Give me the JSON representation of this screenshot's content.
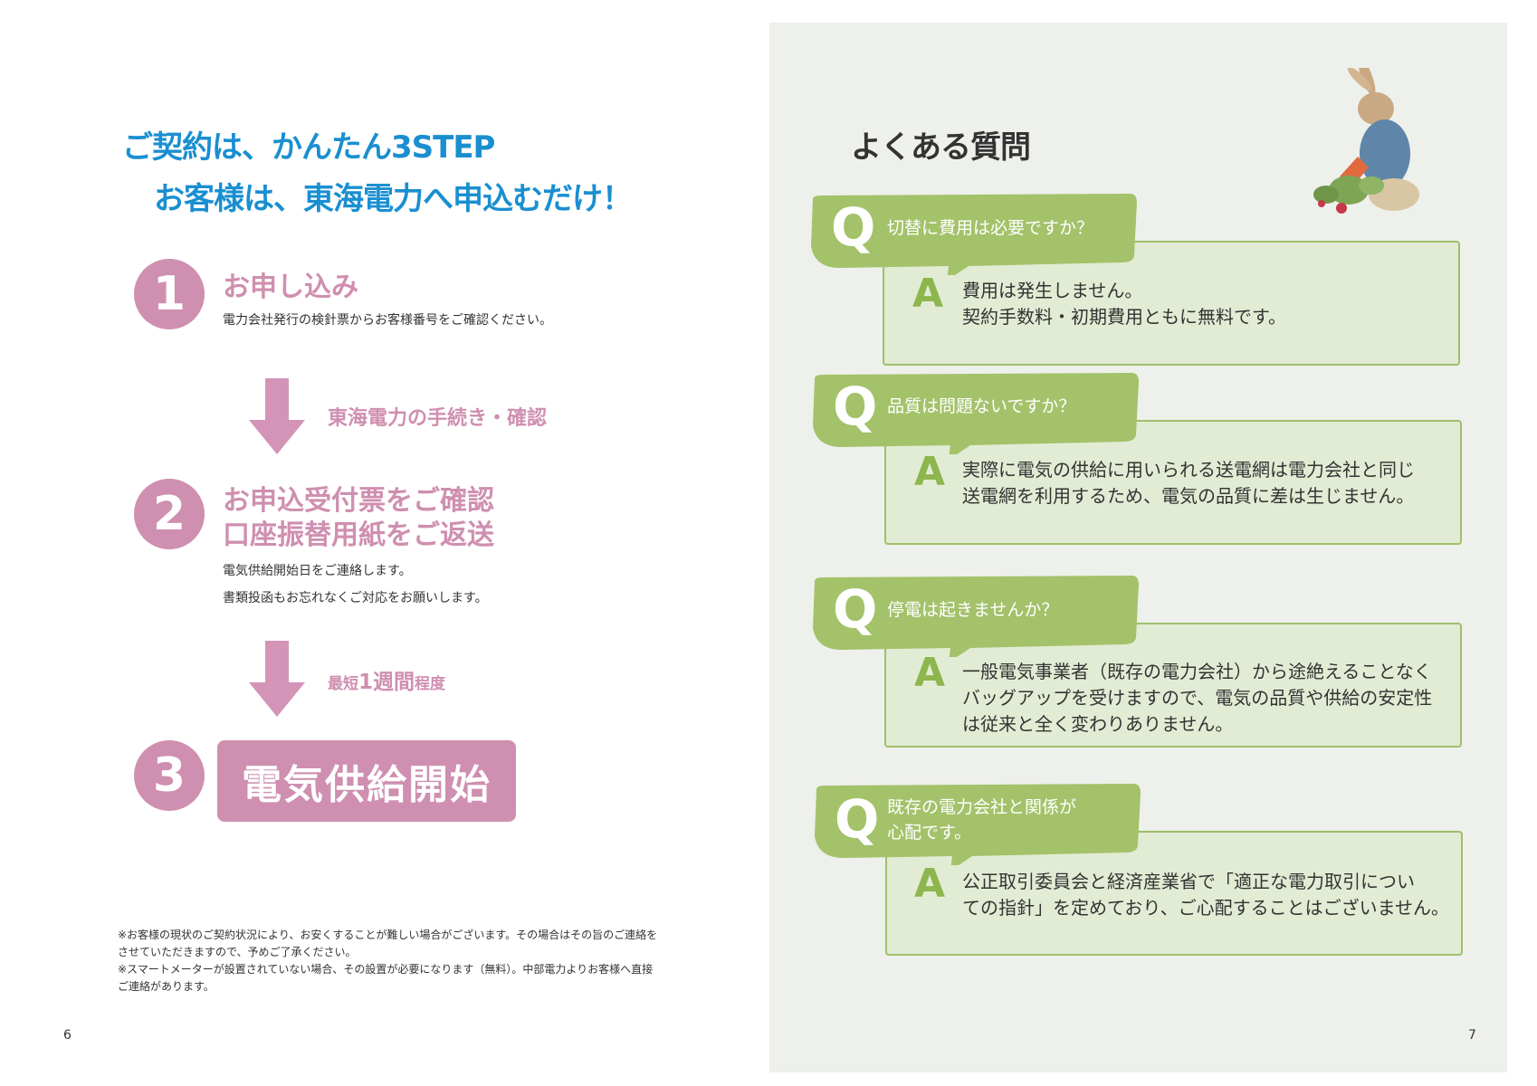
{
  "left": {
    "headline1": "ご契約は、かんたん3STEP",
    "headline2": "お客様は、東海電力へ申込むだけ！",
    "steps": [
      {
        "num": "1",
        "title": "お申し込み",
        "desc": [
          "電力会社発行の検針票からお客様番号をご確認ください。"
        ]
      },
      {
        "num": "2",
        "title_lines": [
          "お申込受付票をご確認",
          "口座振替用紙をご返送"
        ],
        "desc": [
          "電気供給開始日をご連絡します。",
          "書類投函もお忘れなくご対応をお願いします。"
        ]
      },
      {
        "num": "3",
        "title": "電気供給開始"
      }
    ],
    "arrow1_label": "東海電力の手続き・確認",
    "arrow2_label_parts": [
      "最短",
      "1週間",
      "程度"
    ],
    "notes": [
      "※お客様の現状のご契約状況により、お安くすることが難しい場合がございます。その場合はその旨のご連絡を",
      "させていただきますので、予めご了承ください。",
      "※スマートメーターが設置されていない場合、その設置が必要になります（無料）。中部電力よりお客様へ直接",
      "ご連絡があります。"
    ],
    "page_number": "6"
  },
  "right": {
    "title": "よくある質問",
    "q_letter": "Q",
    "a_letter": "A",
    "faq": [
      {
        "q": [
          "切替に費用は必要ですか？"
        ],
        "a": [
          "費用は発生しません。",
          "契約手数料・初期費用ともに無料です。"
        ]
      },
      {
        "q": [
          "品質は問題ないですか？"
        ],
        "a": [
          "実際に電気の供給に用いられる送電網は電力会社と同じ",
          "送電網を利用するため、電気の品質に差は生じません。"
        ]
      },
      {
        "q": [
          "停電は起きませんか？"
        ],
        "a": [
          "一般電気事業者（既存の電力会社）から途絶えることなく",
          "バッグアップを受けますので、電気の品質や供給の安定性",
          "は従来と全く変わりありません。"
        ]
      },
      {
        "q": [
          "既存の電力会社と関係が",
          "心配です。"
        ],
        "a": [
          "公正取引委員会と経済産業省で「適正な電力取引につい",
          "ての指針」を定めており、ご心配することはございません。"
        ]
      }
    ],
    "page_number": "7"
  },
  "colors": {
    "blue": "#1a8fd0",
    "pink": "#cf8fb0",
    "green": "#a3c26a",
    "green_light": "#e2ecd4",
    "page_bg": "#eef0eb"
  }
}
